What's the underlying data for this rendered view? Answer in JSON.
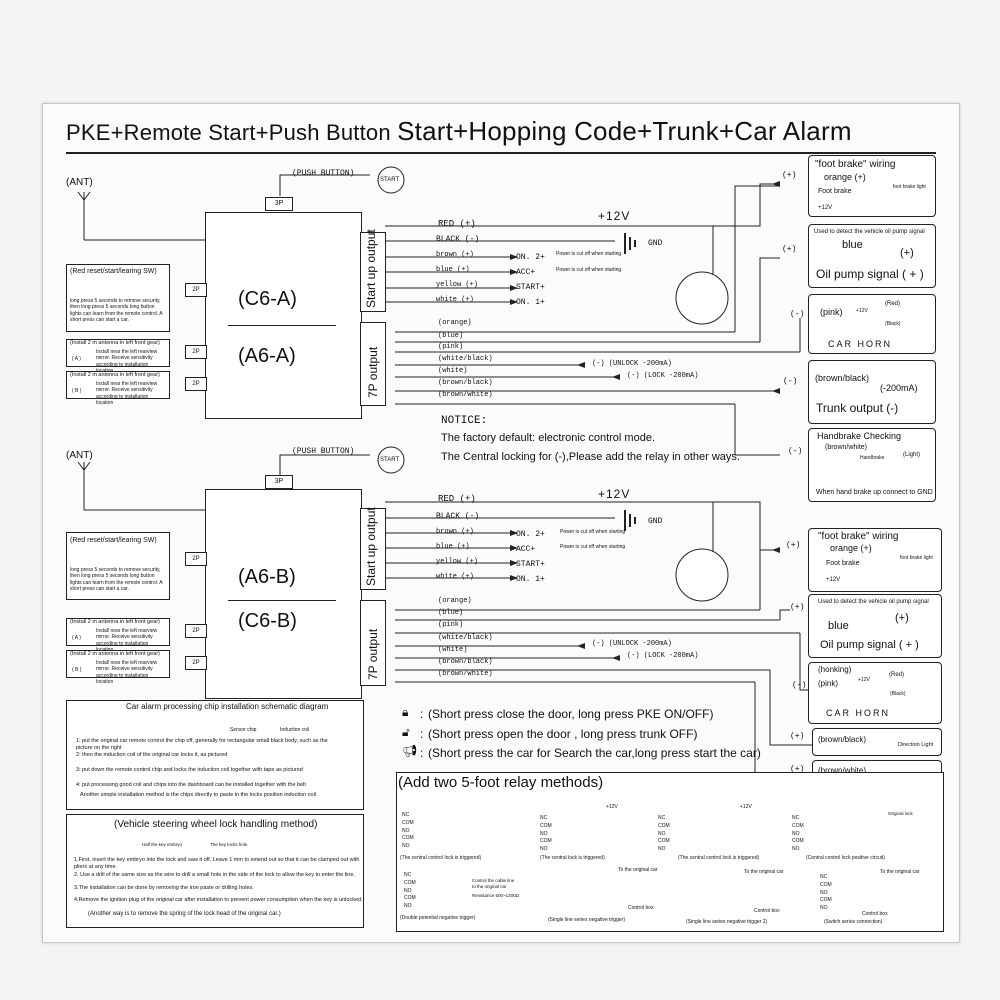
{
  "title": {
    "part1": "PKE+Remote Start+Push Button ",
    "part2": "Start+Hopping Code+Trunk+Car Alarm"
  },
  "top": {
    "ant": "(ANT)",
    "push_button": "(PUSH BUTTON)",
    "start": "START",
    "port_3p": "3P",
    "unit_top": "(C6-A)",
    "unit_bottom": "(A6-A)",
    "start_up_output": "Start up output",
    "seven_p_output": "7P output",
    "port_2p": "2P",
    "red": "RED (+)",
    "black": "BLACK (-)",
    "brown": "brown (+)",
    "blue": "blue (+)",
    "yellow": "yellow (+)",
    "white": "white (+)",
    "v12": "+12V",
    "gnd": "GND",
    "on2": "ON. 2+",
    "acc": "ACC+",
    "start_plus": "START+",
    "on1": "ON. 1+",
    "power_cut_1": "Power is cut off  when starting",
    "power_cut_2": "Power is cut off  when starting",
    "orange": "(orange)",
    "blue_w": "(blue)",
    "pink": "(pink)",
    "white_black": "(white/black)",
    "white_w": "(white)",
    "brown_black": "(brown/black)",
    "brown_white": "(brown/white)",
    "unlock": "(-) (UNLOCK -200mA)",
    "lock": "(-) (LOCK -200mA)",
    "red_reset": "(Red reset/start/learing SW)",
    "red_reset_desc": "long press 5 seconds to remove security, then long press 5 seconds long button lights can learn from the remote control. A short press can start a car.",
    "antenna_right": "(Install 2 m antenna in left front gear)",
    "antenna_left": "(Install 2 m antenna in left front gear)",
    "antenna_desc": "Install near the left rearview mirror. Receive sensitivity according to installation location",
    "a_label": "( A )",
    "b_label": "( B )"
  },
  "right_top": {
    "foot_brake": "\"foot brake\" wiring",
    "orange_plus": "orange (+)",
    "foot_brake_lbl": "Foot brake",
    "foot_brake_light": "foot brake light",
    "v12": "+12V",
    "plus": "(+)",
    "oil_note": "Used to detect the vehicle oil pump signal",
    "oil_blue": "blue",
    "oil_plus": "(+)",
    "oil_signal": "Oil pump signal ( + )",
    "minus": "(-)",
    "horn_pink": "(pink)",
    "horn_12v": "+12V",
    "horn_red": "(Red)",
    "horn_black": "(Black)",
    "car_horn": "CAR HORN",
    "trunk_bb": "(brown/black)",
    "trunk_ma": "(-200mA)",
    "trunk_output": "Trunk output (-)",
    "hb_title": "Handbrake Checking",
    "hb_wire": "(brown/white)",
    "hb_handbrake": "Handbrake",
    "hb_light": "(Light)",
    "hb_note": "When hand brake up connect to GND"
  },
  "notice": {
    "title": "NOTICE:",
    "line1": "The factory default: electronic control mode.",
    "line2": "The Central locking for (-),Please add the relay in other ways."
  },
  "bottom": {
    "unit_top": "(A6-B)",
    "unit_bottom": "(C6-B)"
  },
  "right_bottom": {
    "foot_brake": "\"foot brake\" wiring",
    "orange_plus": "orange (+)",
    "foot_brake_lbl": "Foot brake",
    "foot_brake_light": "foot brake light",
    "v12": "+12V",
    "plus": "(+)",
    "oil_note": "Used to detect the vehicle oil pump signal",
    "oil_blue": "blue",
    "oil_plus": "(+)",
    "oil_signal": "Oil pump signal ( + )",
    "minus": "(-)",
    "honking": "(honking)",
    "horn_pink": "(pink)",
    "horn_12v": "+12V",
    "horn_red": "(Red)",
    "horn_black": "(Black)",
    "car_horn": "CAR HORN",
    "dir_bb": "(brown/black)",
    "dir_bw": "(brown/white)",
    "direction_light": "Direction Light"
  },
  "chip_box": {
    "title": "Car alarm processing chip installation schematic diagram",
    "sensor_chip": "Sensor chip",
    "induction_coil": "Induction coil",
    "step1": "1: put the original car remote control the chip off, generally for rectangular small black body, such as the picture on the right",
    "step2": "2: then the induction coil of the original car locks it, as pictured",
    "step3": "3: put down the remote control chip and locks the induction coil together with tape as pictured",
    "step4": "4: put processing good coil and chips into the dashboard can be installed together with the belt",
    "step5": "Another simple installation method is the chips directly to paste in the locks position induction coil"
  },
  "steer_box": {
    "title": "(Vehicle steering wheel lock handling method)",
    "half_key": "Half the key embryo",
    "key_hole": "The key locks hole",
    "step1": "1.First, insert the key embryo into the lock and saw it off. Leave 1 mm to extend out so that it can be clamped out with pliers at any time.",
    "step2": "2. Use a drill of the same size as the wire to drill a small hole in the side of the lock to allow the key to enter the line.",
    "step3": "3.The installation can be done by removing the iron paste or drilling holes.",
    "step4": "4.Remove the ignition plug of the original car after installation to prevent power consumption when the key is unlocked.",
    "step5": "(Another way is to remove the spring of the lock head of the original car.)"
  },
  "legend": {
    "row1": "(Short press close the door, long press PKE ON/OFF)",
    "row2": "(Short press open the door , long press trunk OFF)",
    "row3": "(Short press the car for Search the car,long press start the car)",
    "colon": ":"
  },
  "relay_box": {
    "title": "(Add two 5-foot relay methods)",
    "cap1": "(The central control lock is triggered)",
    "cap2": "(The central lock is triggered)",
    "cap3": "(The central control lock is triggered)",
    "cap4": "(Central control lock positive circuit)",
    "cap5": "(Double potential negative trigger)",
    "cap6": "(Single line series negative trigger)",
    "cap7": "(Single line series negative trigger 2)",
    "cap8": "(Switch series connection)",
    "nc": "NC",
    "com": "COM",
    "no": "NO",
    "v12": "+12V",
    "to_original": "To the original car",
    "control_box": "Control box",
    "resistance": "Resistance 500~1200Ω",
    "control_cable": "Control the cable line to the original car",
    "orig_lock": "Original lock"
  }
}
